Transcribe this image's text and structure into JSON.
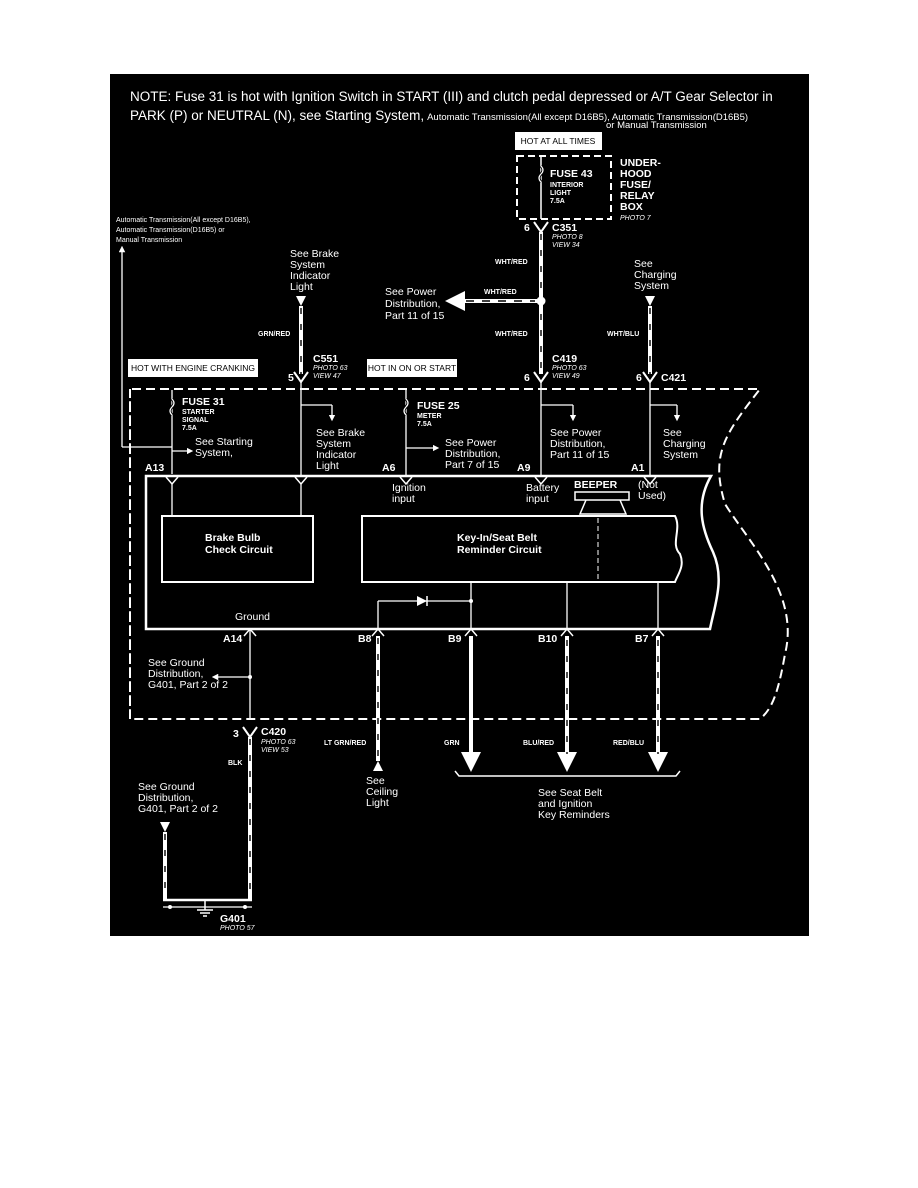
{
  "note": {
    "line1": "NOTE: Fuse 31 is hot with Ignition Switch in START (III) and clutch pedal depressed or A/T Gear Selector in",
    "line2": "PARK (P) or NEUTRAL (N), see Starting System,",
    "line2_small": "Automatic Transmission(All except D16B5), Automatic Transmission(D16B5)",
    "line3_small": "or Manual Transmission"
  },
  "hot_boxes": {
    "all_times": "HOT AT ALL TIMES",
    "engine_cranking": "HOT WITH ENGINE CRANKING",
    "on_or_start": "HOT IN ON OR START"
  },
  "relay_box": {
    "fuse": "FUSE 43",
    "fuse_name1": "INTERIOR",
    "fuse_name2": "LIGHT",
    "fuse_amp": "7.5A",
    "label1": "UNDER-",
    "label2": "HOOD",
    "label3": "FUSE/",
    "label4": "RELAY",
    "label5": "BOX",
    "photo": "PHOTO 7"
  },
  "connectors": {
    "c351": {
      "pin": "6",
      "name": "C351",
      "photo": "PHOTO 8",
      "view": "VIEW 34"
    },
    "c551": {
      "pin": "5",
      "name": "C551",
      "photo": "PHOTO 63",
      "view": "VIEW 47"
    },
    "c419": {
      "pin": "6",
      "name": "C419",
      "photo": "PHOTO 63",
      "view": "VIEW 49"
    },
    "c421": {
      "pin": "6",
      "name": "C421"
    },
    "c420": {
      "pin": "3",
      "name": "C420",
      "photo": "PHOTO 63",
      "view": "VIEW 53"
    }
  },
  "wires": {
    "wht_red": "WHT/RED",
    "grn_red": "GRN/RED",
    "wht_blu": "WHT/BLU",
    "lt_grn_red": "LT GRN/RED",
    "grn": "GRN",
    "blu_red": "BLU/RED",
    "red_blu": "RED/BLU",
    "blk": "BLK"
  },
  "refs": {
    "auto_trans1": "Automatic Transmission(All except D16B5),",
    "auto_trans2": "Automatic Transmission(D16B5) or",
    "auto_trans3": "Manual Transmission",
    "brake_top": [
      "See Brake",
      "System",
      "Indicator",
      "Light"
    ],
    "power_dist_top": [
      "See Power",
      "Distribution,",
      "Part 11 of 15"
    ],
    "charging_top": [
      "See",
      "Charging",
      "System"
    ],
    "starting": [
      "See Starting",
      "System,"
    ],
    "brake_in": [
      "See Brake",
      "System",
      "Indicator",
      "Light"
    ],
    "power_dist_7": [
      "See Power",
      "Distribution,",
      "Part 7 of 15"
    ],
    "power_dist_11": [
      "See Power",
      "Distribution,",
      "Part 11 of 15"
    ],
    "charging_in": [
      "See",
      "Charging",
      "System"
    ],
    "ground_dist_in": [
      "See Ground",
      "Distribution,",
      "G401, Part 2 of 2"
    ],
    "ground_dist_out": [
      "See Ground",
      "Distribution,",
      "G401, Part 2 of 2"
    ],
    "ceiling": [
      "See",
      "Ceiling",
      "Light"
    ],
    "seatbelt": [
      "See Seat Belt",
      "and Ignition",
      "Key Reminders"
    ]
  },
  "fuses": {
    "f31": {
      "name": "FUSE 31",
      "desc1": "STARTER",
      "desc2": "SIGNAL",
      "amp": "7.5A"
    },
    "f25": {
      "name": "FUSE 25",
      "desc1": "METER",
      "amp": "7.5A"
    }
  },
  "pins": {
    "a13": "A13",
    "a6": "A6",
    "a9": "A9",
    "a1": "A1",
    "a14": "A14",
    "b8": "B8",
    "b9": "B9",
    "b10": "B10",
    "b7": "B7"
  },
  "module": {
    "ignition": [
      "Ignition",
      "input"
    ],
    "battery": [
      "Battery",
      "input"
    ],
    "beeper": "BEEPER",
    "not_used": [
      "(Not",
      "Used)"
    ],
    "brake_circuit": [
      "Brake Bulb",
      "Check Circuit"
    ],
    "keyin_circuit": [
      "Key-In/Seat Belt",
      "Reminder Circuit"
    ],
    "ground": "Ground"
  },
  "ground": {
    "name": "G401",
    "photo": "PHOTO 57"
  }
}
